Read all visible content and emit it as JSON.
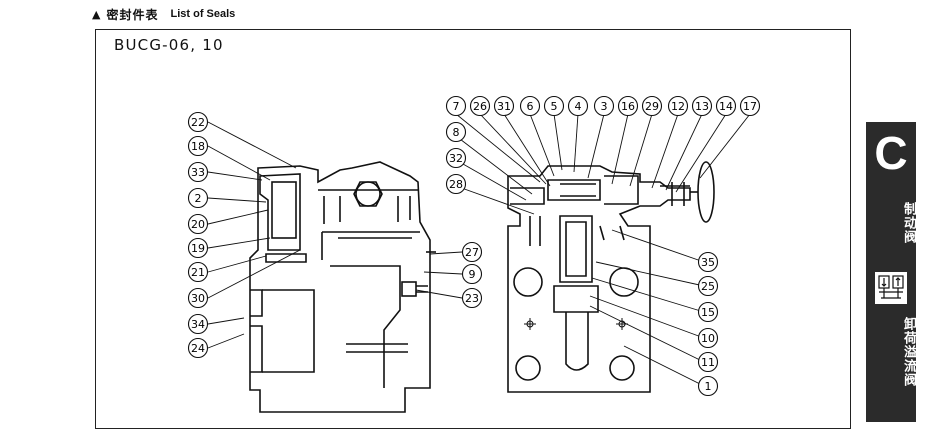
{
  "heading": {
    "marker": "▲",
    "title_cn": "密封件表",
    "title_en": "List of Seals"
  },
  "model_title": "BUCG-06, 10",
  "callouts": {
    "left_view": [
      "22",
      "18",
      "33",
      "2",
      "20",
      "19",
      "21",
      "30",
      "34",
      "24",
      "27",
      "9",
      "23"
    ],
    "right_view": [
      "7",
      "26",
      "31",
      "6",
      "5",
      "4",
      "3",
      "16",
      "29",
      "12",
      "13",
      "14",
      "17",
      "8",
      "32",
      "28",
      "35",
      "25",
      "15",
      "10",
      "11",
      "1"
    ]
  },
  "side_tab": {
    "letter": "C",
    "top_text": "制动阀",
    "bottom_text": "卸荷溢流阀",
    "icon": "hydraulic-symbol-icon",
    "background": "#2b2b2b"
  }
}
